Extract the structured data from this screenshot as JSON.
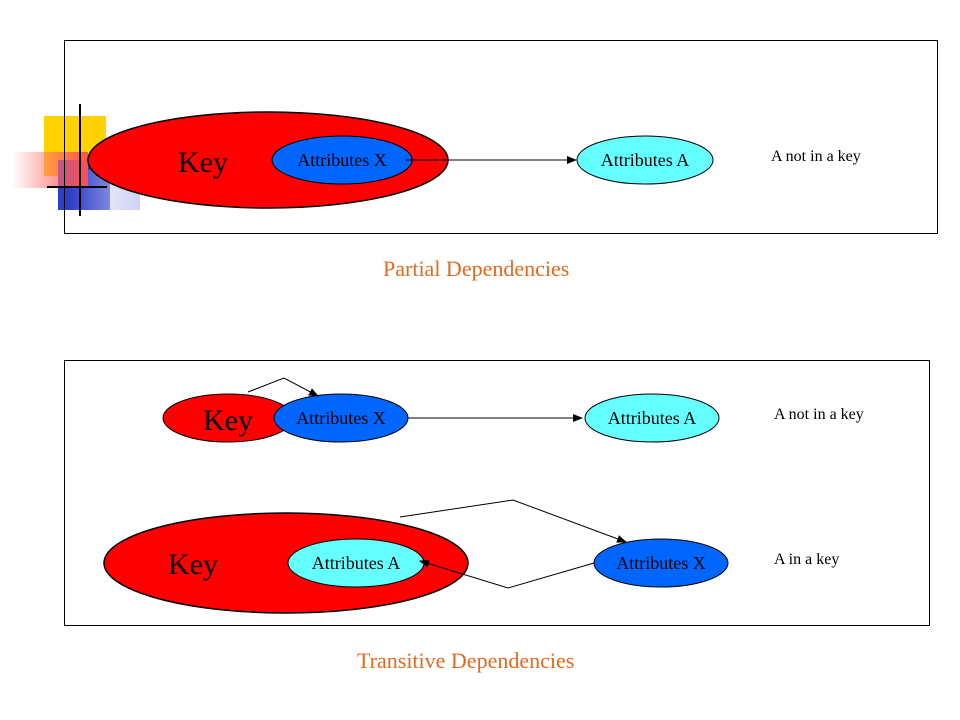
{
  "colors": {
    "key_fill": "#ff0000",
    "attr_x_fill": "#0066ff",
    "attr_a_fill": "#66ffff",
    "caption": "#e06a1e"
  },
  "partial": {
    "key_label": "Key",
    "attr_x_label": "Attributes X",
    "attr_a_label": "Attributes A",
    "note": "A not in a key",
    "caption": "Partial Dependencies"
  },
  "transitive": {
    "row1": {
      "key_label": "Key",
      "attr_x_label": "Attributes X",
      "attr_a_label": "Attributes A",
      "note": "A not in a key"
    },
    "row2": {
      "key_label": "Key",
      "attr_a_label": "Attributes A",
      "attr_x_label": "Attributes X",
      "note": "A in a key"
    },
    "caption": "Transitive Dependencies"
  }
}
